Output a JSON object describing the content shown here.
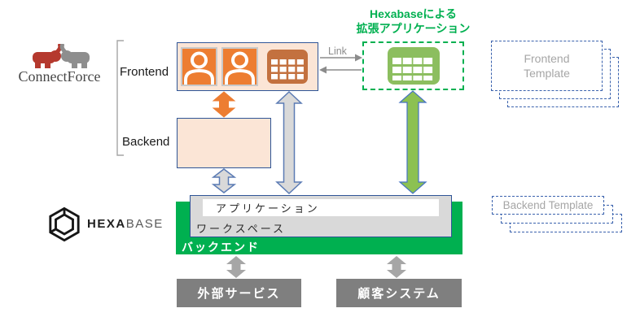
{
  "logo": {
    "connectforce": "ConnectForce"
  },
  "stack": {
    "frontend_label": "Frontend",
    "backend_label": "Backend"
  },
  "link": {
    "label": "Link"
  },
  "extension": {
    "title_line1": "Hexabaseによる",
    "title_line2": "拡張アプリケーション"
  },
  "templates": {
    "frontend_line1": "Frontend",
    "frontend_line2": "Template",
    "backend_label": "Backend Template"
  },
  "hexabase": {
    "wordmark_bold": "HEXA",
    "wordmark_light": "BASE",
    "application_label": "アプリケーション",
    "workspace_label": "ワークスペース",
    "backend_band_label": "バックエンド"
  },
  "systems": {
    "external_service": "外部サービス",
    "customer_system": "顧客システム"
  },
  "icons": {
    "user_icon": "person-silhouette",
    "frontend_table_icon": "data-table-grid",
    "extension_table_icon": "data-table-grid",
    "connectforce_logo_icon": "two-elephants",
    "hexabase_logo_icon": "hexagon-knot"
  },
  "colors": {
    "accent_orange": "#ED7D31",
    "panel_fill": "#FBE5D6",
    "panel_border": "#2F5597",
    "hexabase_green": "#00B050",
    "arrow_green_fill": "#8CC152",
    "arrow_gray_fill": "#D9D9D9",
    "arrow_border_blue": "#5B7BB4",
    "system_box_gray": "#7F7F7F",
    "template_border_blue": "#3A62AD",
    "template_text_gray": "#A6A6A6",
    "table_icon_orange": "#C3713F",
    "table_icon_green": "#8CBE5F"
  }
}
